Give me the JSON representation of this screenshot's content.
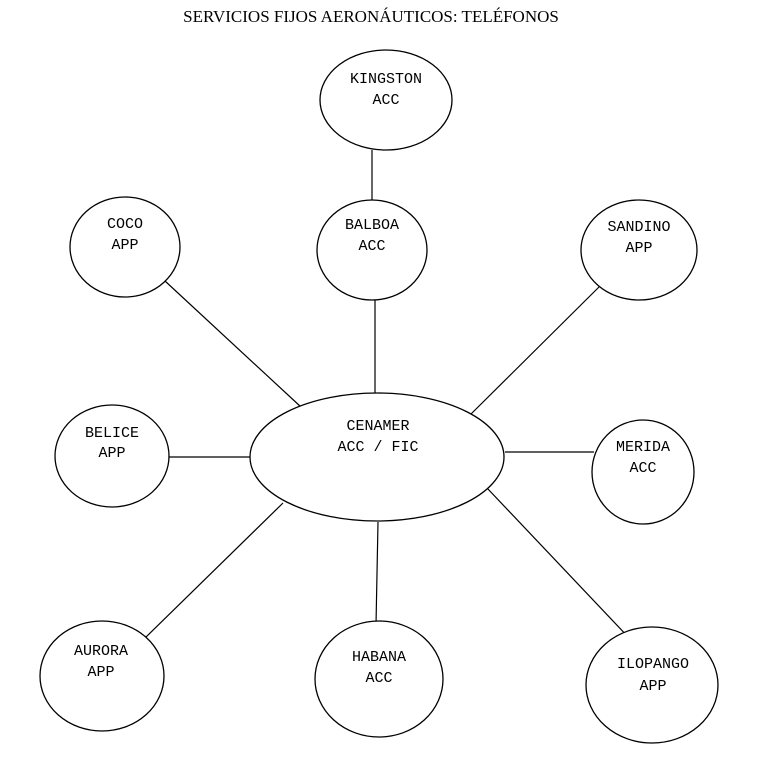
{
  "title": "SERVICIOS FIJOS AERONÁUTICOS: TELÉFONOS",
  "hub": {
    "line1": "CENAMER",
    "line2": "ACC / FIC"
  },
  "nodes": {
    "kingston": {
      "line1": "KINGSTON",
      "line2": "ACC"
    },
    "balboa": {
      "line1": "BALBOA",
      "line2": "ACC"
    },
    "coco": {
      "line1": "COCO",
      "line2": "APP"
    },
    "sandino": {
      "line1": "SANDINO",
      "line2": "APP"
    },
    "belice": {
      "line1": "BELICE",
      "line2": "APP"
    },
    "merida": {
      "line1": "MERIDA",
      "line2": "ACC"
    },
    "aurora": {
      "line1": "AURORA",
      "line2": "APP"
    },
    "habana": {
      "line1": "HABANA",
      "line2": "ACC"
    },
    "ilopango": {
      "line1": "ILOPANGO",
      "line2": "APP"
    }
  },
  "connections": [
    [
      "kingston",
      "balboa"
    ],
    [
      "balboa",
      "hub"
    ],
    [
      "coco",
      "hub"
    ],
    [
      "sandino",
      "hub"
    ],
    [
      "belice",
      "hub"
    ],
    [
      "merida",
      "hub"
    ],
    [
      "aurora",
      "hub"
    ],
    [
      "habana",
      "hub"
    ],
    [
      "ilopango",
      "hub"
    ]
  ],
  "colors": {
    "stroke": "#000000",
    "fill": "#ffffff",
    "text": "#000000"
  }
}
